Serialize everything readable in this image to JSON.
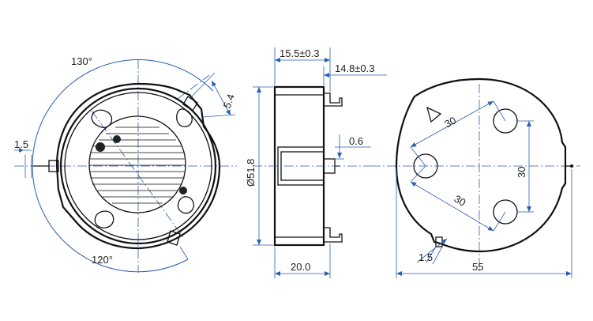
{
  "colors": {
    "dimension_lines": "#2a5fb0",
    "part_outline": "#111111",
    "text": "#1f1f1f",
    "background": "#ffffff"
  },
  "front_view": {
    "angle_top": "130°",
    "angle_bottom": "120°",
    "left_pin_width": "1.5",
    "tab_width": "5.4"
  },
  "side_view": {
    "total_height": "15.5±0.3",
    "body_height": "14.8±0.3",
    "pin_thickness": "0.6",
    "diameter": "Ø51.8",
    "depth": "20.0"
  },
  "rear_view": {
    "hole_spacing_upper": "30",
    "hole_spacing_lower": "30",
    "hole_spacing_vertical": "30",
    "overall_width": "55",
    "pin_width": "1.5"
  }
}
